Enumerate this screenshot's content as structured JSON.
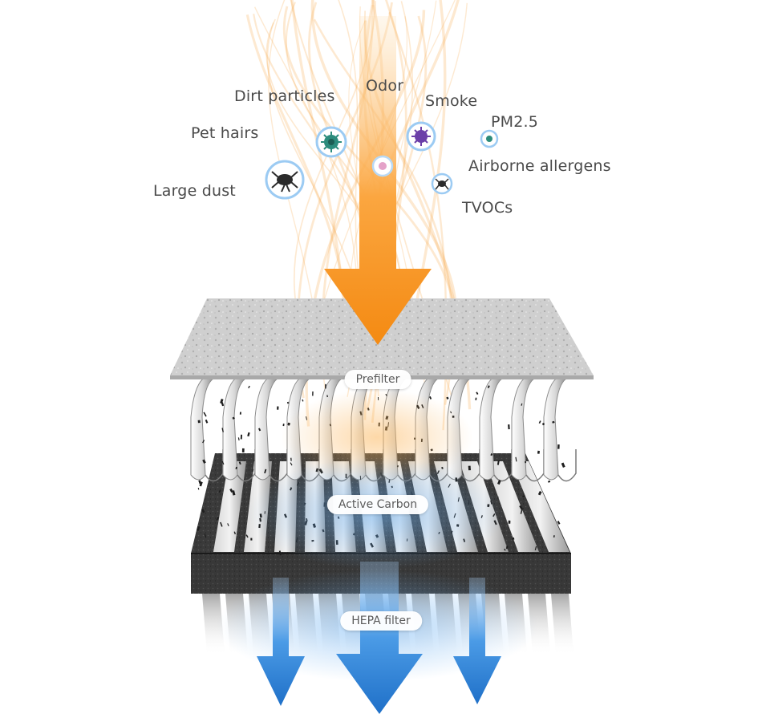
{
  "particles": [
    {
      "label": "Dirt particles",
      "icon": "bacteria-icon"
    },
    {
      "label": "Odor",
      "icon": "odor-icon"
    },
    {
      "label": "Smoke",
      "icon": "virus-icon"
    },
    {
      "label": "PM2.5",
      "icon": "particle-icon"
    },
    {
      "label": "Pet hairs",
      "icon": "bacteria-icon"
    },
    {
      "label": "Airborne allergens",
      "icon": "mite-icon"
    },
    {
      "label": "Large dust",
      "icon": "dust-mite-icon"
    },
    {
      "label": "TVOCs",
      "icon": "mite-icon"
    }
  ],
  "layers": [
    {
      "label": "Prefilter"
    },
    {
      "label": "Active Carbon"
    },
    {
      "label": "HEPA filter"
    }
  ],
  "colors": {
    "inflow": "#f7a030",
    "outflow": "#2f86d8",
    "label_text": "#4a4a4a",
    "carbon_frame": "#2b2b2b",
    "prefilter": "#c9c9c9"
  }
}
